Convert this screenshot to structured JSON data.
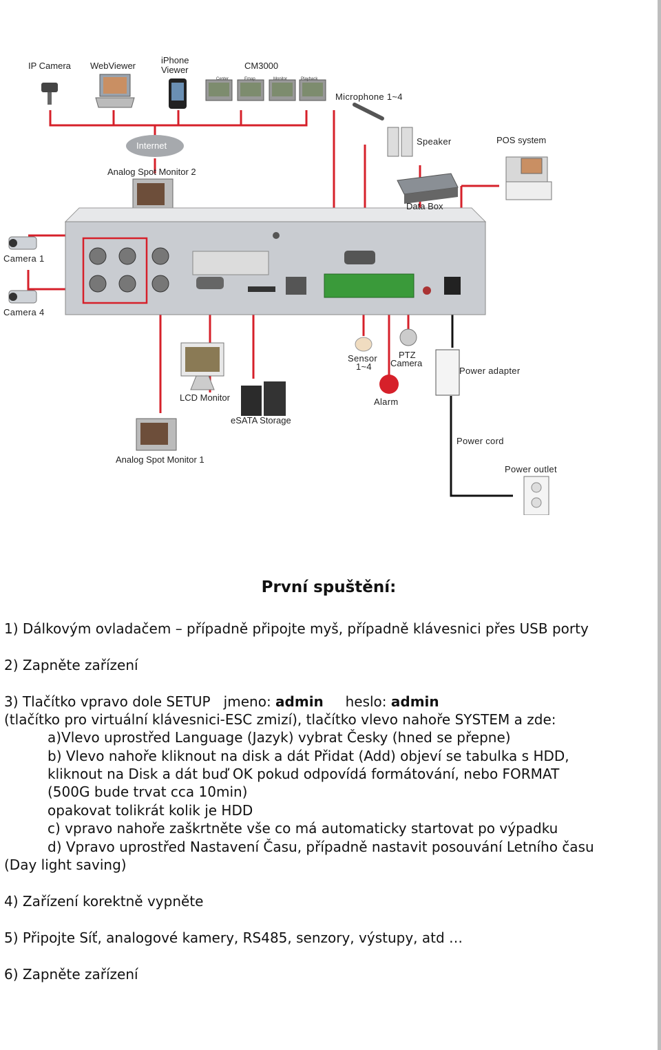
{
  "diagram": {
    "labels": {
      "ip_camera": "IP Camera",
      "webviewer": "WebViewer",
      "iphone_viewer_1": "iPhone",
      "iphone_viewer_2": "Viewer",
      "cm3000": "CM3000",
      "internet": "Internet",
      "analog_spot_monitor_2": "Analog Spot Monitor 2",
      "microphone": "Microphone 1~4",
      "speaker": "Speaker",
      "pos_system": "POS system",
      "data_box": "Data Box",
      "camera_1": "Camera 1",
      "camera_4": "Camera 4",
      "sensor_1": "Sensor",
      "sensor_2": "1~4",
      "ptz_1": "PTZ",
      "ptz_2": "Camera",
      "alarm": "Alarm",
      "power_adapter": "Power adapter",
      "lcd_monitor": "LCD Monitor",
      "esata_storage": "eSATA Storage",
      "analog_spot_monitor_1": "Analog Spot Monitor 1",
      "power_cord": "Power cord",
      "power_outlet": "Power outlet"
    },
    "cm_screens": [
      "Center",
      "Emap",
      "Monitor",
      "Playback"
    ],
    "colors": {
      "cable": "#d6202a",
      "power": "#111111",
      "device": "#c9ccd1"
    }
  },
  "title": "První spuštění:",
  "steps": {
    "s1": "1) Dálkovým ovladačem – případně připojte myš, případně klávesnici přes USB porty",
    "s2": "2) Zapněte zařízení",
    "s3_a": "3) Tlačítko vpravo dole SETUP   jmeno: ",
    "s3_b": "admin",
    "s3_c": "     heslo: ",
    "s3_d": "admin",
    "s3_l2": " (tlačítko pro virtuální klávesnici-ESC zmizí), tlačítko vlevo nahoře SYSTEM a zde:",
    "s3_l3": "a)Vlevo uprostřed Language (Jazyk) vybrat Česky (hned se přepne)",
    "s3_l4": "b) Vlevo nahoře kliknout na disk a dát Přidat (Add) objeví se tabulka s HDD,",
    "s3_l5": "kliknout na Disk a dát buď OK pokud odpovídá formátování, nebo FORMAT",
    "s3_l6": "(500G bude trvat cca 10min)",
    "s3_l7": "opakovat tolikrát kolik je HDD",
    "s3_l8": "c) vpravo nahoře zaškrtněte vše co má automaticky startovat po výpadku",
    "s3_l9": "d) Vpravo uprostřed Nastavení Času, případně nastavit posouvání Letního času",
    "s3_l10": "(Day light saving)",
    "s4": "4) Zařízení korektně vypněte",
    "s5": "5) Připojte Síť, analogové kamery, RS485, senzory, výstupy, atd …",
    "s6": "6) Zapněte zařízení"
  }
}
